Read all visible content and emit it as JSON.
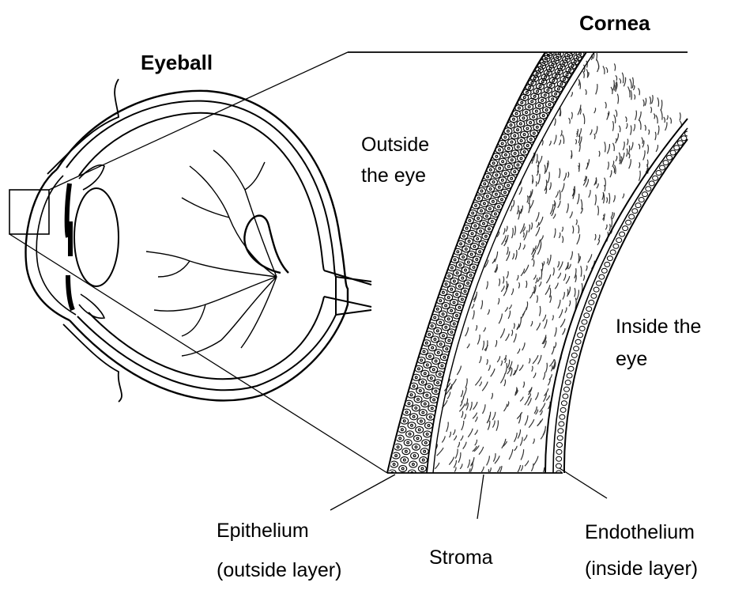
{
  "labels": {
    "eyeball": "Eyeball",
    "cornea": "Cornea",
    "outside_line1": "Outside",
    "outside_line2": "the eye",
    "inside_line1": "Inside the",
    "inside_line2": "eye",
    "epithelium_line1": "Epithelium",
    "epithelium_line2": "(outside layer)",
    "stroma": "Stroma",
    "endothelium_line1": "Endothelium",
    "endothelium_line2": "(inside layer)"
  }
}
